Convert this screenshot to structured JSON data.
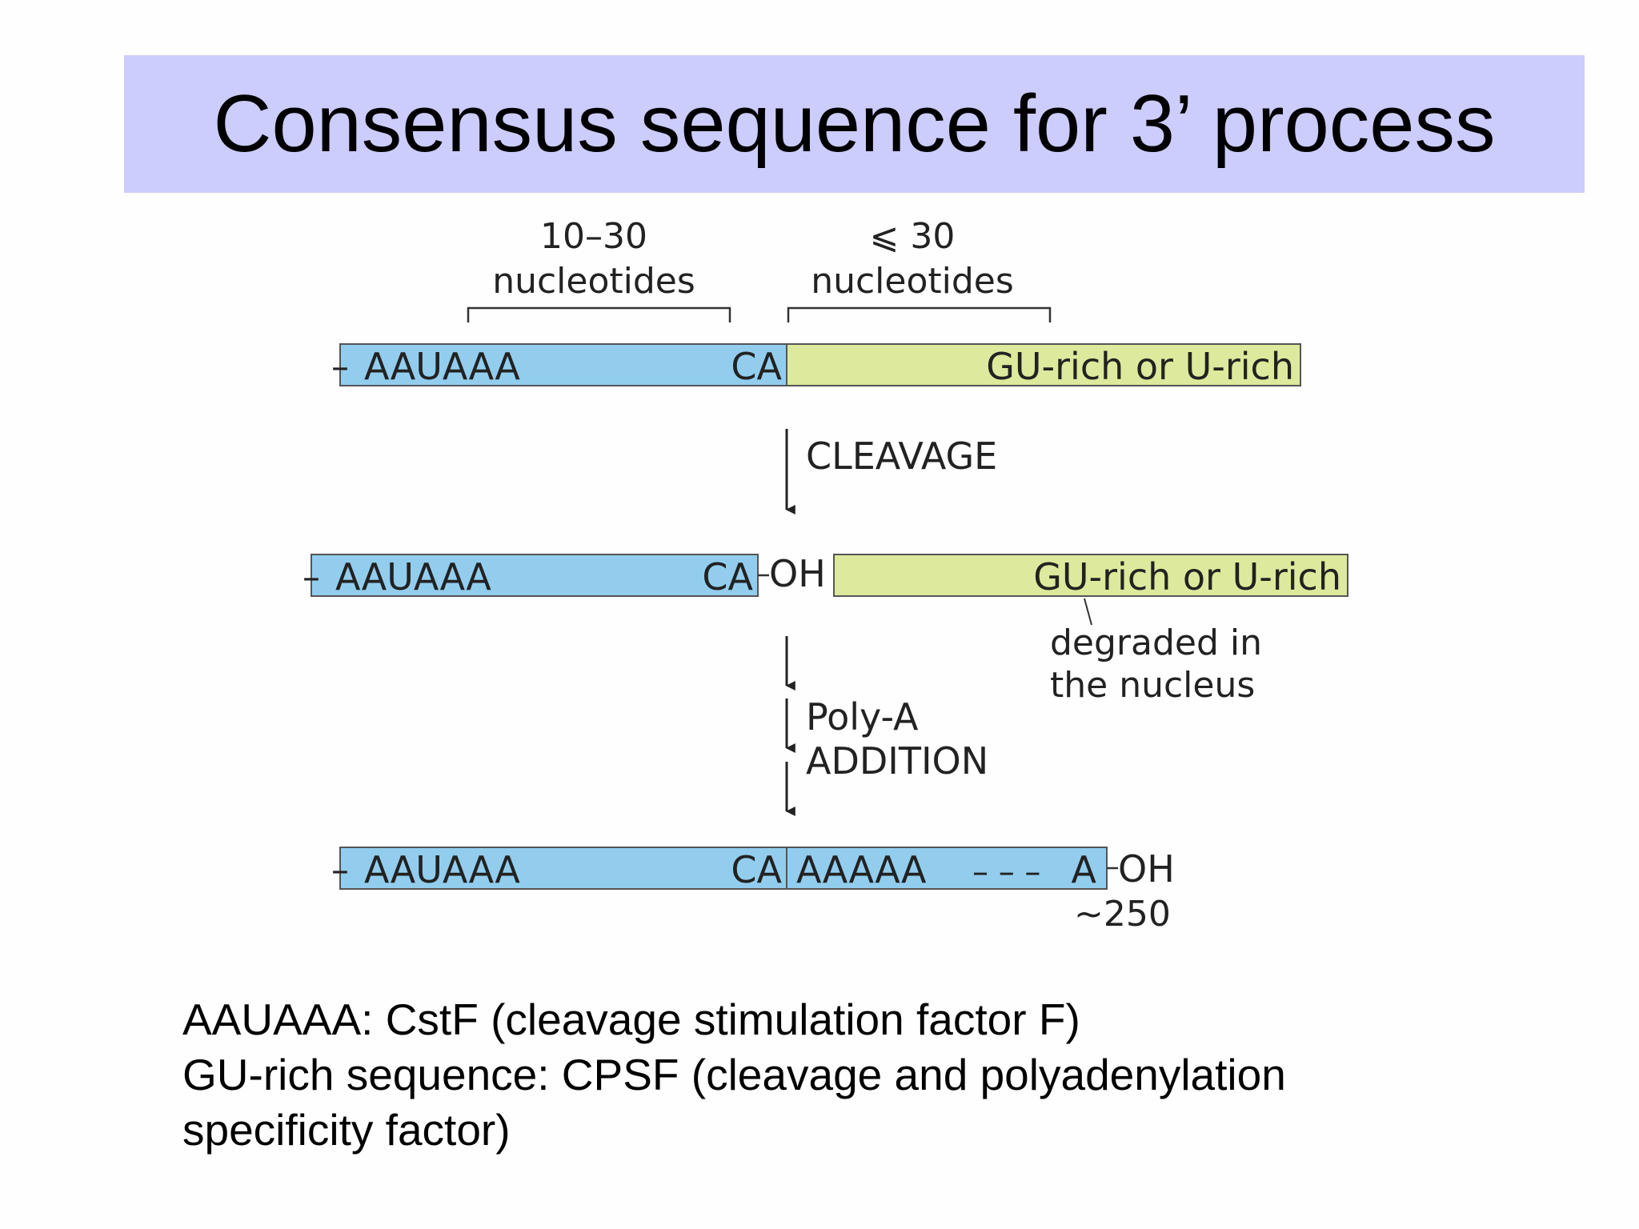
{
  "title": "Consensus sequence for 3’ process",
  "diagram": {
    "top_bracket_left": {
      "line1": "10–30",
      "line2": "nucleotides"
    },
    "top_bracket_right": {
      "line1": "⩽ 30",
      "line2": "nucleotides"
    },
    "strand1": {
      "tick": "–",
      "motif": "AAUAAA",
      "site": "CA",
      "downstream": "GU-rich or U-rich"
    },
    "step1_label": "CLEAVAGE",
    "strand2": {
      "tick": "–",
      "motif": "AAUAAA",
      "site": "CA",
      "end": "OH",
      "downstream": "GU-rich or U-rich"
    },
    "degraded_note": {
      "line1": "degraded in",
      "line2": "the nucleus"
    },
    "step2_label": {
      "line1": "Poly-A",
      "line2": "ADDITION"
    },
    "strand3": {
      "tick": "–",
      "motif": "AAUAAA",
      "site": "CA",
      "polya": "AAAAA",
      "dashes": "– – –",
      "last": "A",
      "end": "OH",
      "length": "~250"
    },
    "colors": {
      "upstream": "#92cdee",
      "downstream": "#dde99c",
      "title_bg": "#ccccfd"
    }
  },
  "captions": [
    "AAUAAA: CstF (cleavage stimulation factor F)",
    "GU-rich sequence: CPSF (cleavage and polyadenylation",
    "specificity factor)"
  ]
}
